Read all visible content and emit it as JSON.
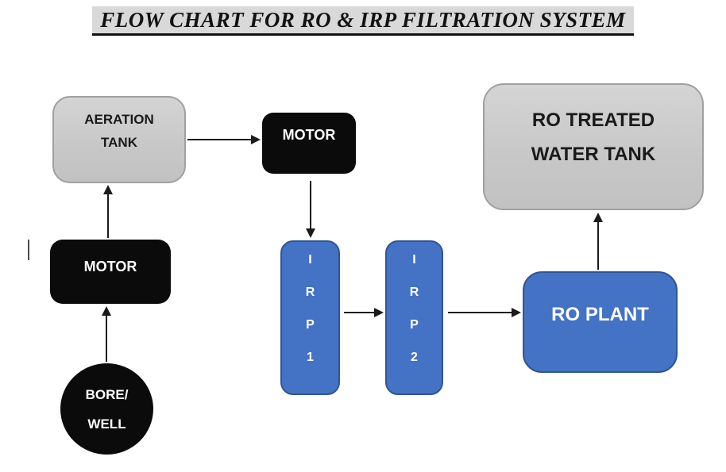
{
  "title": "FLOW CHART FOR RO & IRP FILTRATION SYSTEM",
  "colors": {
    "title_highlight": "#d9d9d9",
    "gray_fill": "#c9c9c9",
    "gray_border": "#a0a0a0",
    "black_fill": "#0b0b0b",
    "blue_fill": "#4472c4",
    "blue_border": "#2f5597",
    "arrow": "#1a1a1a",
    "text_on_dark": "#ffffff",
    "text_on_light": "#1a1a1a"
  },
  "nodes": {
    "aeration_tank": {
      "line1": "AERATION",
      "line2": "TANK"
    },
    "motor_top": {
      "label": "MOTOR"
    },
    "ro_treated_tank": {
      "line1": "RO TREATED",
      "line2": "WATER TANK"
    },
    "motor_left": {
      "label": "MOTOR"
    },
    "bore_well": {
      "line1": "BORE/",
      "line2": "WELL"
    },
    "irp1": {
      "letters": [
        "I",
        "R",
        "P",
        "1"
      ]
    },
    "irp2": {
      "letters": [
        "I",
        "R",
        "P",
        "2"
      ]
    },
    "ro_plant": {
      "label": "RO PLANT"
    }
  },
  "edges": [
    {
      "from": "bore-well",
      "to": "motor-left"
    },
    {
      "from": "motor-left",
      "to": "aeration-tank"
    },
    {
      "from": "aeration-tank",
      "to": "motor-top"
    },
    {
      "from": "motor-top",
      "to": "irp-1"
    },
    {
      "from": "irp-1",
      "to": "irp-2"
    },
    {
      "from": "irp-2",
      "to": "ro-plant"
    },
    {
      "from": "ro-plant",
      "to": "ro-treated-water-tank"
    }
  ]
}
